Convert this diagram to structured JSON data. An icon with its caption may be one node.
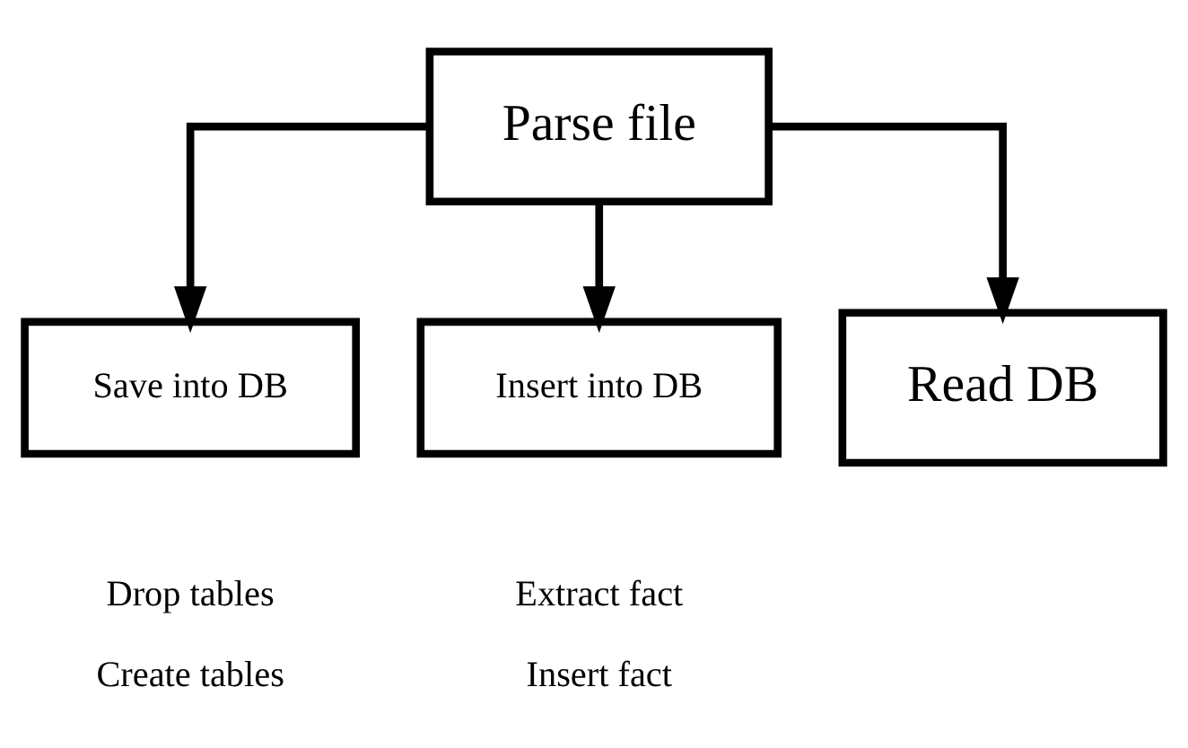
{
  "diagram": {
    "nodes": [
      {
        "text": [
          "Parse file"
        ]
      },
      {
        "text": [
          "Save into DB"
        ],
        "beside": [
          "Drop tables",
          "Create tables"
        ]
      },
      {
        "text": [
          "Insert into DB"
        ],
        "beside": [
          "Extract fact",
          "Insert fact"
        ]
      },
      {
        "text": [
          "Read DB"
        ]
      }
    ],
    "edges": [
      {
        "from": 0,
        "to": 1,
        "arrow": "to"
      },
      {
        "from": 0,
        "to": 2,
        "arrow": "to"
      },
      {
        "from": 0,
        "to": 3,
        "arrow": "to"
      }
    ]
  }
}
